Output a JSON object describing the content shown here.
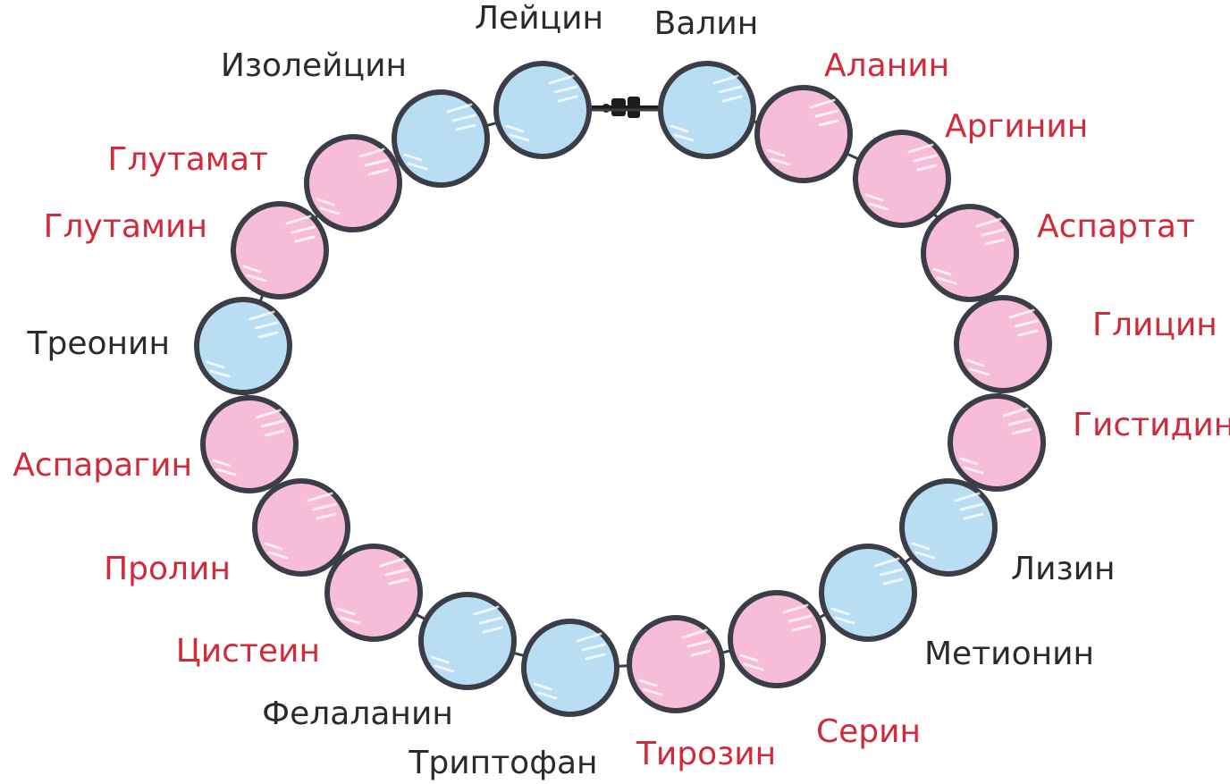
{
  "colors": {
    "essential_fill": "#b9def4",
    "nonessential_fill": "#f7bcd8",
    "bead_outline": "#3b3e47",
    "essential_text": "#2b2b2b",
    "nonessential_text": "#d12b3b",
    "clasp": "#1c1c1c"
  },
  "beads": [
    {
      "label": "Лейцин",
      "kind": "essential"
    },
    {
      "label": "Валин",
      "kind": "essential"
    },
    {
      "label": "Аланин",
      "kind": "nonessential"
    },
    {
      "label": "Аргинин",
      "kind": "nonessential"
    },
    {
      "label": "Аспартат",
      "kind": "nonessential"
    },
    {
      "label": "Глицин",
      "kind": "nonessential"
    },
    {
      "label": "Гистидин",
      "kind": "nonessential"
    },
    {
      "label": "Лизин",
      "kind": "essential"
    },
    {
      "label": "Метионин",
      "kind": "essential"
    },
    {
      "label": "Серин",
      "kind": "nonessential"
    },
    {
      "label": "Тирозин",
      "kind": "nonessential"
    },
    {
      "label": "Триптофан",
      "kind": "essential"
    },
    {
      "label": "Фелаланин",
      "kind": "essential"
    },
    {
      "label": "Цистеин",
      "kind": "nonessential"
    },
    {
      "label": "Пролин",
      "kind": "nonessential"
    },
    {
      "label": "Аспарагин",
      "kind": "nonessential"
    },
    {
      "label": "Треонин",
      "kind": "essential"
    },
    {
      "label": "Глутамин",
      "kind": "nonessential"
    },
    {
      "label": "Глутамат",
      "kind": "nonessential"
    },
    {
      "label": "Изолейцин",
      "kind": "essential"
    }
  ]
}
